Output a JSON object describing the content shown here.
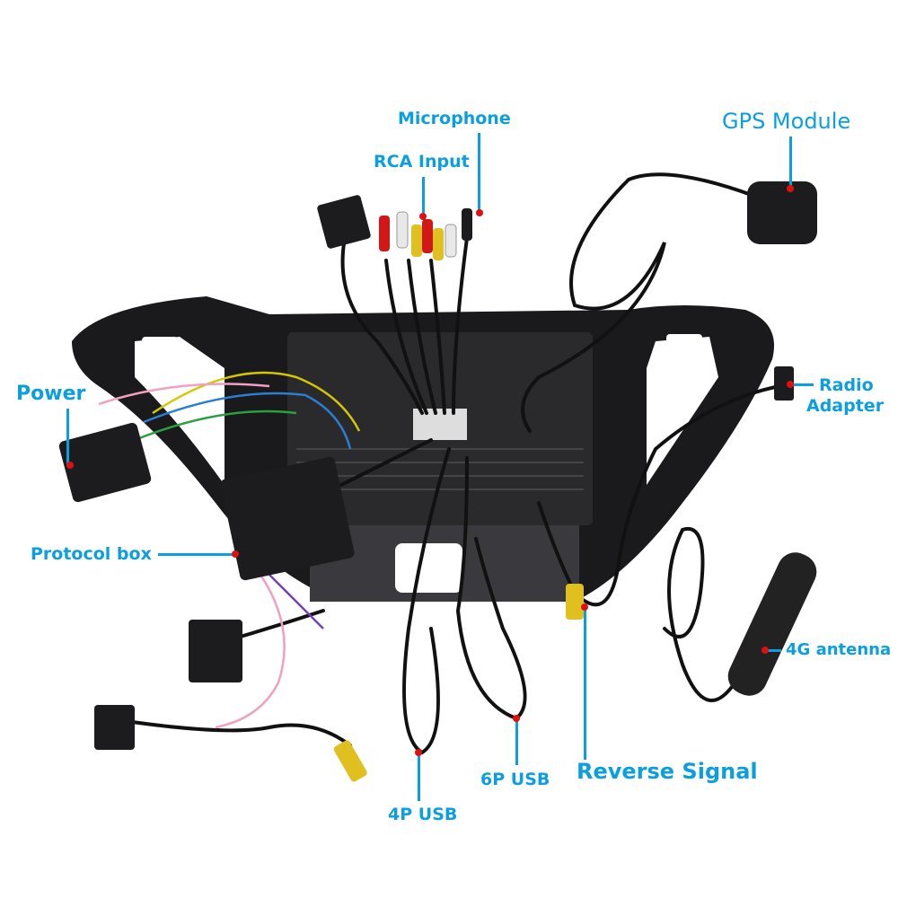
{
  "labels": {
    "microphone": "Microphone",
    "rca_input": "RCA Input",
    "gps_module": "GPS Module",
    "radio_adapter_line1": "Radio",
    "radio_adapter_line2": "Adapter",
    "power": "Power",
    "protocol_box": "Protocol box",
    "usb_4p": "4P USB",
    "usb_6p": "6P USB",
    "reverse_signal": "Reverse Signal",
    "antenna_4g": "4G antenna"
  },
  "colors": {
    "label": "#0b9fe0",
    "marker": "#e01010",
    "bezel": "#1a1a1c",
    "cable": "#111111"
  }
}
